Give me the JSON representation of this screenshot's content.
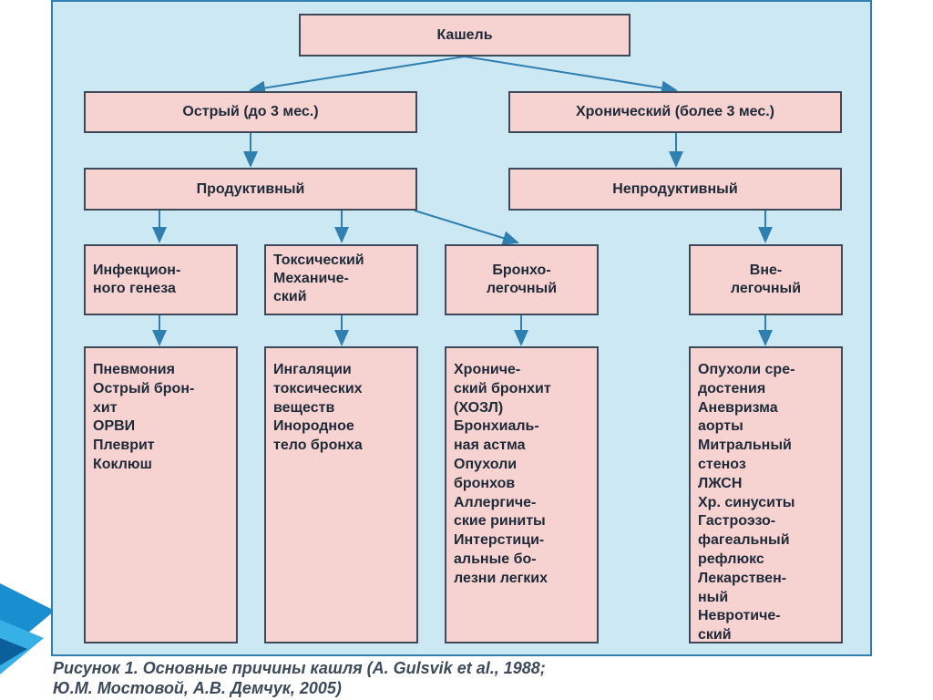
{
  "root": "Кашель",
  "level1": {
    "acute": "Острый (до 3 мес.)",
    "chronic": "Хронический (более 3 мес.)"
  },
  "level2": {
    "productive": "Продуктивный",
    "nonproductive": "Непродуктивный"
  },
  "level3": {
    "infectious": "Инфекцион-\nного генеза",
    "toxic": "Токсический\nМеханиче-\nский",
    "bronchopulmonary": "Бронхо-\nлегочный",
    "extrapulmonary": "Вне-\nлегочный"
  },
  "lists": {
    "infectious": "Пневмония\nОстрый брон-\nхит\nОРВИ\nПлеврит\nКоклюш",
    "toxic": "Ингаляции\nтоксических\nвеществ\nИнородное\nтело бронха",
    "bronchopulmonary": "Хрониче-\nский бронхит\n(ХОЗЛ)\nБронхиаль-\nная астма\nОпухоли\nбронхов\nАллергиче-\nские риниты\nИнтерстици-\nальные бо-\nлезни легких",
    "extrapulmonary": "Опухоли сре-\nдостения\nАневризма\nаорты\nМитральный\nстеноз\nЛЖСН\nХр. синуситы\nГастроэзо-\nфагеальный\nрефлюкс\nЛекарствен-\nный\nНевротиче-\nский"
  },
  "caption": {
    "line1": "Рисунок 1. Основные причины кашля (A. Gulsvik et al., 1988;",
    "line2": "Ю.М. Мостовой, А.В. Демчук, 2005)"
  },
  "colors": {
    "panel": "#cce8f2",
    "box": "#f6d3d0",
    "border": "#3c4a5a",
    "arrow": "#2f7fb1"
  }
}
